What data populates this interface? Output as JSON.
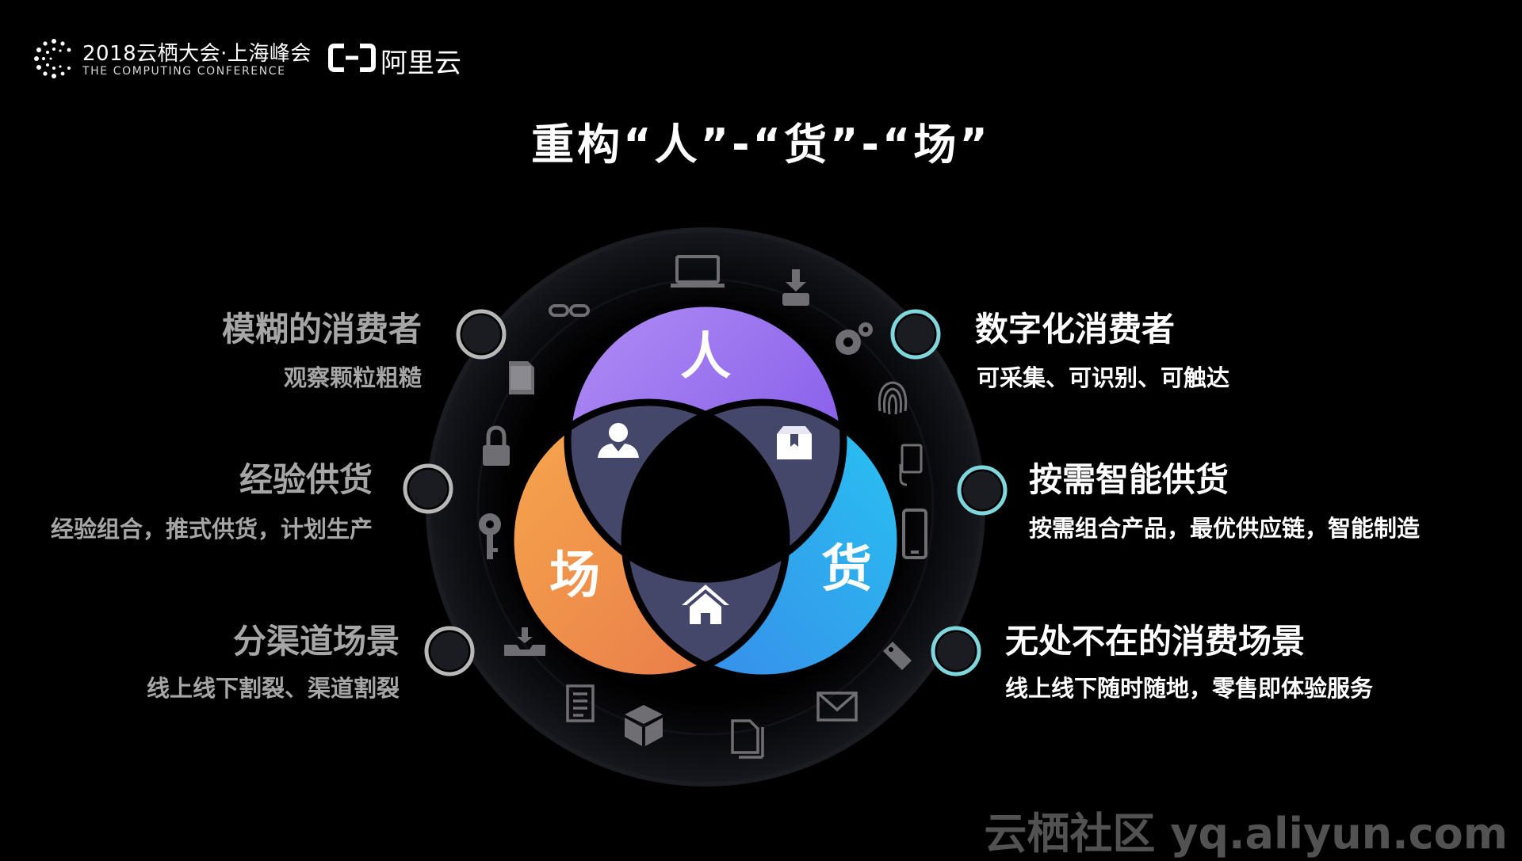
{
  "header": {
    "conference_title": "2018云栖大会·上海峰会",
    "conference_subtitle": "THE COMPUTING CONFERENCE",
    "brand_name": "阿里云"
  },
  "title": "重构“人”-“货”-“场”",
  "diagram": {
    "petal_person": "人",
    "petal_goods": "货",
    "petal_place": "场",
    "colors": {
      "person": "#8a63f0",
      "goods": "#2b9cf0",
      "place": "#f08c45",
      "inner": "#45476a"
    },
    "ring_icons": [
      "laptop-icon",
      "download-icon",
      "gear-icon",
      "fingerprint-icon",
      "tablet-hand-icon",
      "phone-icon",
      "tag-icon",
      "mail-icon",
      "documents-icon",
      "box-icon",
      "doc-icon",
      "tray-icon",
      "key-icon",
      "lock-icon",
      "folder-icon",
      "link-icon"
    ],
    "inner_icons": [
      "user-icon",
      "package-icon",
      "home-icon"
    ]
  },
  "left_items": [
    {
      "heading": "模糊的消费者",
      "sub": "观察颗粒粗糙"
    },
    {
      "heading": "经验供货",
      "sub": "经验组合，推式供货，计划生产"
    },
    {
      "heading": "分渠道场景",
      "sub": "线上线下割裂、渠道割裂"
    }
  ],
  "right_items": [
    {
      "heading": "数字化消费者",
      "sub": "可采集、可识别、可触达"
    },
    {
      "heading": "按需智能供货",
      "sub": "按需组合产品，最优供应链，智能制造"
    },
    {
      "heading": "无处不在的消费场景",
      "sub": "线上线下随时随地，零售即体验服务"
    }
  ],
  "watermark": "云栖社区 yq.aliyun.com"
}
